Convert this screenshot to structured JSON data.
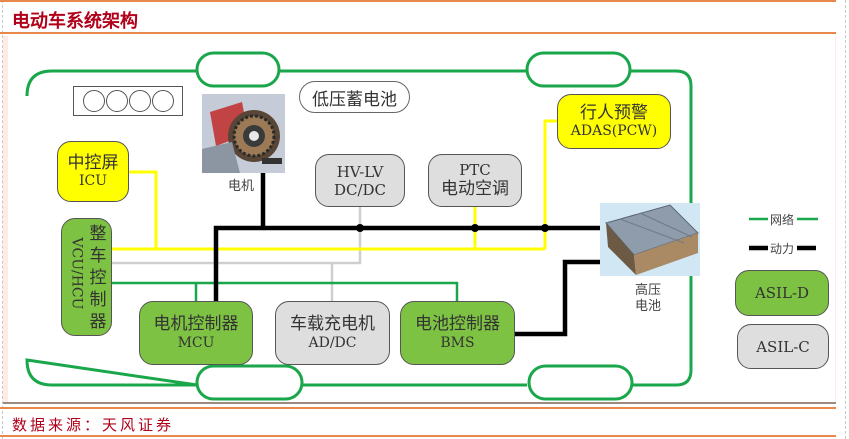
{
  "header": {
    "title": "电动车系统架构"
  },
  "footer": {
    "source": "数据来源：天风证券"
  },
  "colors": {
    "title_red": "#b0001a",
    "border_orange": "#e8884a",
    "network_green": "#1aa64a",
    "power_black": "#000000",
    "signal_yellow": "#ffff00",
    "signal_grey": "#cccccc",
    "asil_d_green": "#7dc242",
    "asil_c_grey": "#dedede"
  },
  "diagram": {
    "low_voltage_battery": "低压蓄电池",
    "motor": {
      "caption": "电机",
      "icon": "electric-motor-photo"
    },
    "hv_battery": {
      "caption_line1": "高压",
      "caption_line2": "电池",
      "icon": "battery-pack-photo"
    },
    "gauge_icon": "instrument-cluster-gauges",
    "nodes": {
      "icu": {
        "cn": "中控屏",
        "en": "ICU",
        "asil": "yellow"
      },
      "adas": {
        "cn": "行人预警",
        "en": "ADAS(PCW)",
        "asil": "yellow"
      },
      "dcdc": {
        "cn": "HV-LV",
        "en": "DC/DC",
        "asil": "ASIL-C"
      },
      "ptc": {
        "cn": "PTC",
        "en": "电动空调",
        "asil": "ASIL-C"
      },
      "vcu": {
        "cn": "整车控制器",
        "en": "VCU/HCU",
        "asil": "ASIL-D"
      },
      "mcu": {
        "cn": "电机控制器",
        "en": "MCU",
        "asil": "ASIL-D"
      },
      "charger": {
        "cn": "车载充电机",
        "en": "AD/DC",
        "asil": "ASIL-C"
      },
      "bms": {
        "cn": "电池控制器",
        "en": "BMS",
        "asil": "ASIL-D"
      }
    }
  },
  "legend": {
    "network": "网络",
    "power": "动力",
    "asil_d": "ASIL-D",
    "asil_c": "ASIL-C"
  }
}
